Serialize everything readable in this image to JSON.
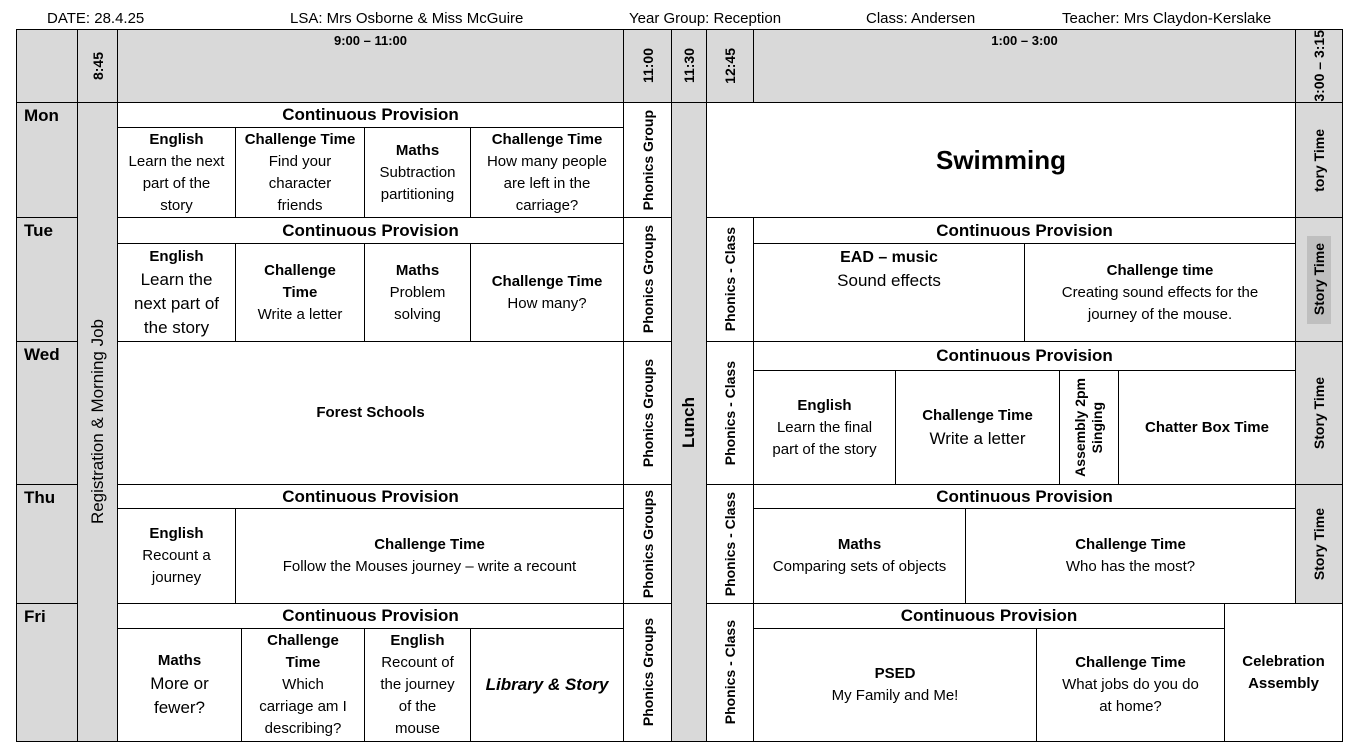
{
  "header": {
    "date": "DATE:  28.4.25",
    "lsa": "LSA:  Mrs Osborne & Miss McGuire",
    "year_group": "Year Group: Reception",
    "class": "Class: Andersen",
    "teacher": "Teacher: Mrs Claydon-Kerslake"
  },
  "times": {
    "t845": "8:45",
    "morning": "9:00 – 11:00",
    "t1100": "11:00",
    "t1130": "11:30",
    "t1245": "12:45",
    "afternoon": "1:00 – 3:00",
    "t300": "3:00 – 3:15"
  },
  "days": {
    "mon": "Mon",
    "tue": "Tue",
    "wed": "Wed",
    "thu": "Thu",
    "fri": "Fri"
  },
  "spans": {
    "registration": "Registration & Morning Job",
    "lunch": "Lunch"
  },
  "labels": {
    "continuous_provision": "Continuous Provision",
    "challenge_time": "Challenge Time",
    "english": "English",
    "maths": "Maths",
    "phonics_group": "Phonics Group",
    "phonics_groups": "Phonics Groups",
    "phonics_class": "Phonics - Class",
    "story_time": "Story Time"
  },
  "mon": {
    "english_1": "Learn the next",
    "english_2": "part of the",
    "english_3": "story",
    "challenge1_1": "Find your",
    "challenge1_2": "character",
    "challenge1_3": "friends",
    "maths_1": "Subtraction",
    "maths_2": "partitioning",
    "challenge2_1": "How many people",
    "challenge2_2": "are left in the",
    "challenge2_3": "carriage?",
    "swimming": "Swimming",
    "story": "tory Time"
  },
  "tue": {
    "english_1": "Learn the",
    "english_2": "next part of",
    "english_3": "the story",
    "challenge1_a": "Challenge",
    "challenge1_b": "Time",
    "challenge1_1": "Write a letter",
    "maths_1": "Problem",
    "maths_2": "solving",
    "challenge2_1": "How many?",
    "ead_title": "EAD – music",
    "ead_1": "Sound effects",
    "challenge3_title": "Challenge time",
    "challenge3_1": "Creating sound effects for the",
    "challenge3_2": "journey of the mouse."
  },
  "wed": {
    "forest": "Forest Schools",
    "english_1": "Learn the final",
    "english_2": "part of the story",
    "challenge_1": "Write a letter",
    "singing_1": "Singing",
    "singing_2": "Assembly 2pm",
    "chatter": "Chatter Box Time"
  },
  "thu": {
    "english_1": "Recount a",
    "english_2": "journey",
    "challenge1_1": "Follow the Mouses  journey – write a recount",
    "maths_1": "Comparing sets of objects",
    "challenge2_1": "Who has the most?"
  },
  "fri": {
    "maths_1": "More or",
    "maths_2": "fewer?",
    "challenge1_1": "Which",
    "challenge1_2": "carriage am I",
    "challenge1_3": "describing?",
    "english_1": "Recount of",
    "english_2": "the journey",
    "english_3": "of the",
    "english_4": "mouse",
    "library": "Library & Story",
    "psed_title": "PSED",
    "psed_1": "My Family and Me!",
    "challenge2_1": "What jobs do you do",
    "challenge2_2": "at home?",
    "celebration_1": "Celebration",
    "celebration_2": "Assembly"
  }
}
